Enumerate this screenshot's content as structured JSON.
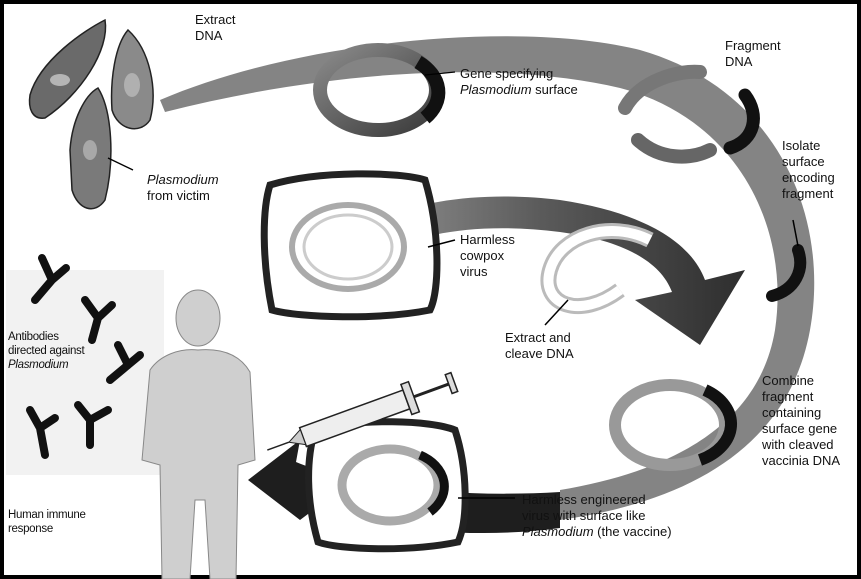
{
  "labels": {
    "extract_dna": [
      "Extract",
      "DNA"
    ],
    "gene_specifying": {
      "line1": "Gene specifying",
      "line2_italic": "Plasmodium",
      "line2_rest": " surface"
    },
    "fragment_dna": [
      "Fragment",
      "DNA"
    ],
    "isolate_fragment": [
      "Isolate",
      "surface",
      "encoding",
      "fragment"
    ],
    "plasmodium_victim": {
      "line1_italic": "Plasmodium",
      "line2": "from victim"
    },
    "harmless_cowpox": [
      "Harmless",
      "cowpox",
      "virus"
    ],
    "extract_cleave": [
      "Extract and",
      "cleave DNA"
    ],
    "antibodies": {
      "line1": "Antibodies",
      "line2": "directed against",
      "line3_italic": "Plasmodium"
    },
    "combine_fragment": [
      "Combine",
      "fragment",
      "containing",
      "surface gene",
      "with cleaved",
      "vaccinia DNA"
    ],
    "human_immune": [
      "Human immune",
      "response"
    ],
    "engineered_virus": {
      "line1": "Harmless engineered",
      "line2": "virus with surface like",
      "line3_italic": "Plasmodium",
      "line3_rest": " (the vaccine)"
    }
  },
  "colors": {
    "arrow": "#3a3a3a",
    "frame": "#000000",
    "human": "#cfcfcf",
    "antibody": "#111111"
  }
}
